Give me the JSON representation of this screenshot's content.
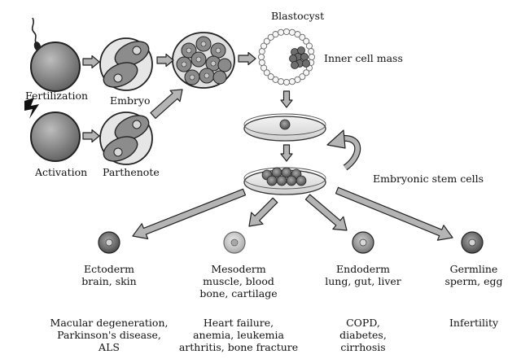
{
  "labels": {
    "fertilization": "Fertilization",
    "embryo": "Embryo",
    "activation": "Activation",
    "parthenote": "Parthenote",
    "blastocyst": "Blastocyst",
    "inner_cell_mass": "Inner cell mass",
    "embryonic_stem_cells": "Embryonic stem cells"
  },
  "germ_layers": [
    {
      "name": "Ectoderm",
      "tissues": "brain, skin",
      "diseases": "Macular degeneration,\nParkinson's disease,\nALS"
    },
    {
      "name": "Mesoderm",
      "tissues": "muscle, blood\nbone, cartilage",
      "diseases": "Heart failure,\nanemia, leukemia\narthritis, bone fracture"
    },
    {
      "name": "Endoderm",
      "tissues": "lung, gut, liver",
      "diseases": "COPD,\ndiabetes,\ncirrhosis"
    },
    {
      "name": "Germline",
      "tissues": "sperm, egg",
      "diseases": "Infertility"
    }
  ],
  "colors": {
    "stroke": "#222222",
    "arrow_fill": "#b4b4b4",
    "cell_dark": "#6a6a6a",
    "cell_mid": "#9a9a9a",
    "cell_light": "#d8d8d8"
  }
}
